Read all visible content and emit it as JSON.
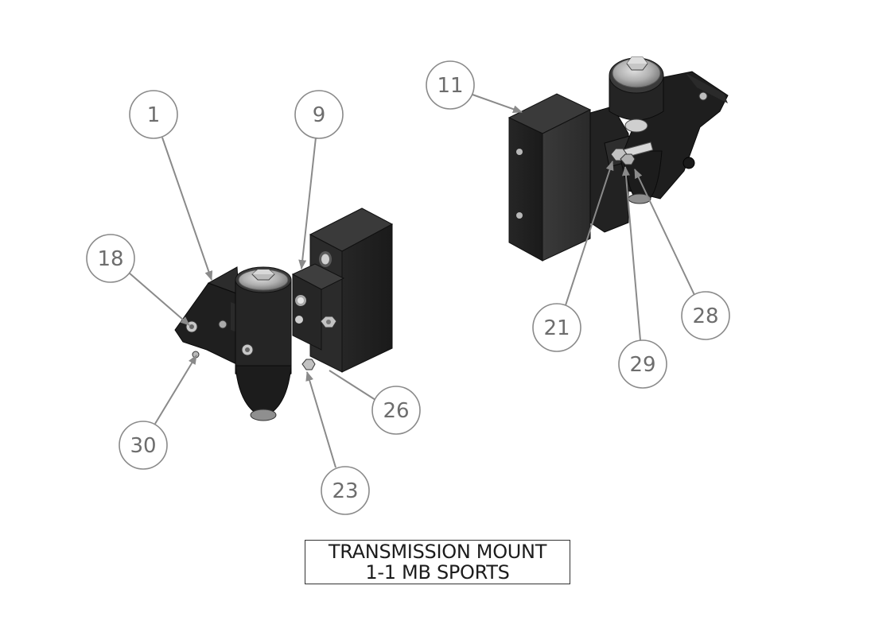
{
  "balloons": {
    "b1": "1",
    "b9": "9",
    "b11": "11",
    "b18": "18",
    "b21": "21",
    "b23": "23",
    "b26": "26",
    "b28": "28",
    "b29": "29",
    "b30": "30"
  },
  "title": {
    "line1": "TRANSMISSION MOUNT",
    "line2": "1-1 MB SPORTS"
  },
  "colors": {
    "part_dark": "#1f1f1f",
    "part_mid": "#2e2e2e",
    "hardware": "#b9b9b9",
    "leader": "#8a8a8a"
  }
}
